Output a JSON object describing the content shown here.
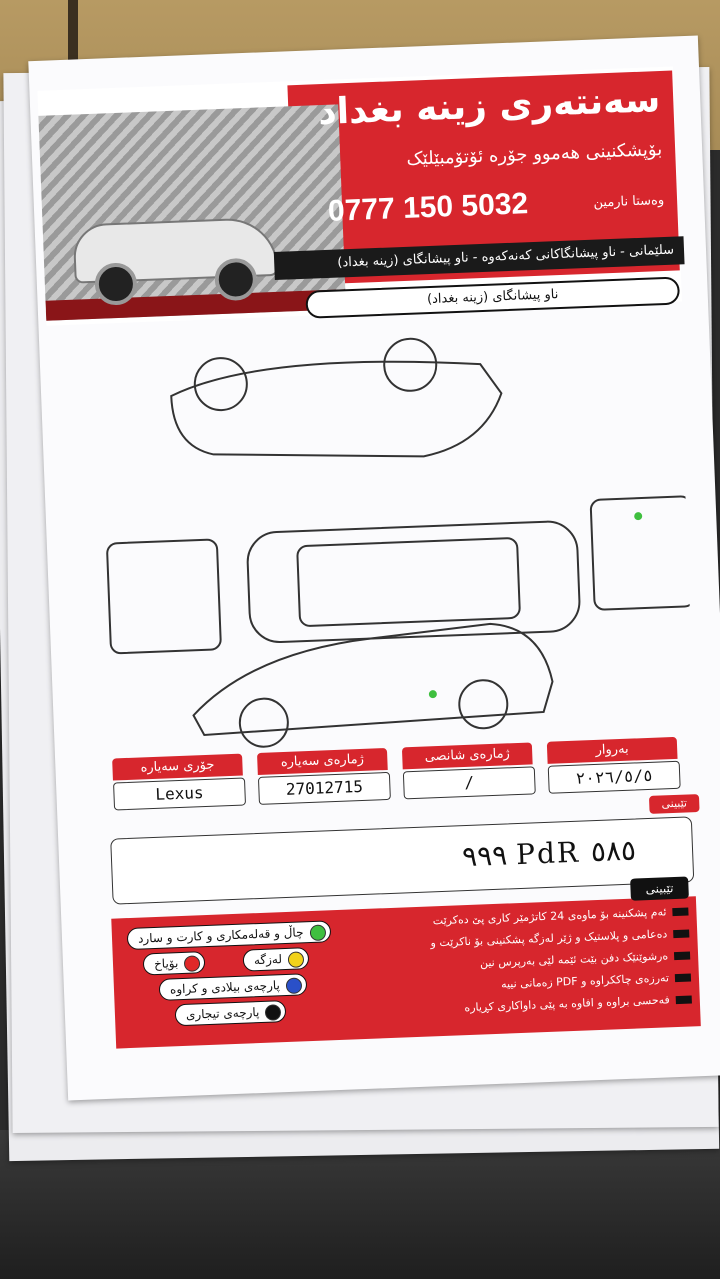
{
  "header": {
    "title": "سەنتەری زینە بغداد",
    "subtitle": "بۆپشکنینی هەموو جۆرە ئۆتۆمبێلێک",
    "phone": "0777 150 5032",
    "master": "وەستا نارمین",
    "address": "سلێمانی - ناو پیشانگاکانی کەنەکەوە - ناو پیشانگای (زینە بغداد)",
    "address_pill": "ناو پیشانگای (زینە بغداد)"
  },
  "form": {
    "date_label": "بەروار",
    "date_value": "٢٠٢٦/٥/٥",
    "chassis_label": "ژمارەی شانصی",
    "chassis_value": "/",
    "plate_label": "ژمارەی سەیارە",
    "plate_value": "27012715",
    "type_label": "جۆری سەیارە",
    "type_value": "Lexus",
    "notes_label": "تێبینی",
    "notes_value": "٩٩٩ PdR ٥٨٥"
  },
  "legend": {
    "tag": "تێبینی",
    "items": [
      {
        "label": "چاڵ و قەلەمکاری و کارت و سارد",
        "color": "#3fbf3f"
      },
      {
        "label": "لەزگە",
        "color": "#f2d21a"
      },
      {
        "label": "بۆیاخ",
        "color": "#e02828"
      },
      {
        "label": "پارچەی بیلادی و کراوە",
        "color": "#2a50c8"
      },
      {
        "label": "پارچەی تیجاری",
        "color": "#111111"
      }
    ],
    "rules": [
      "ئەم پشکنینە بۆ ماوەی 24 کاتژمێر کاری پێ دەکرێت",
      "دەعامی و پلاستیک و ژێر لەزگە پشکنینی بۆ ناکرێت و",
      "ەرشوێنێک دفن بێت ئێمە لێی بەرپرس نین",
      "تەرزەی چاککراوە و PDF زەمانی نییە",
      "فەحسی براوە و افاوە بە پێی داواکاری کڕیارە"
    ]
  }
}
